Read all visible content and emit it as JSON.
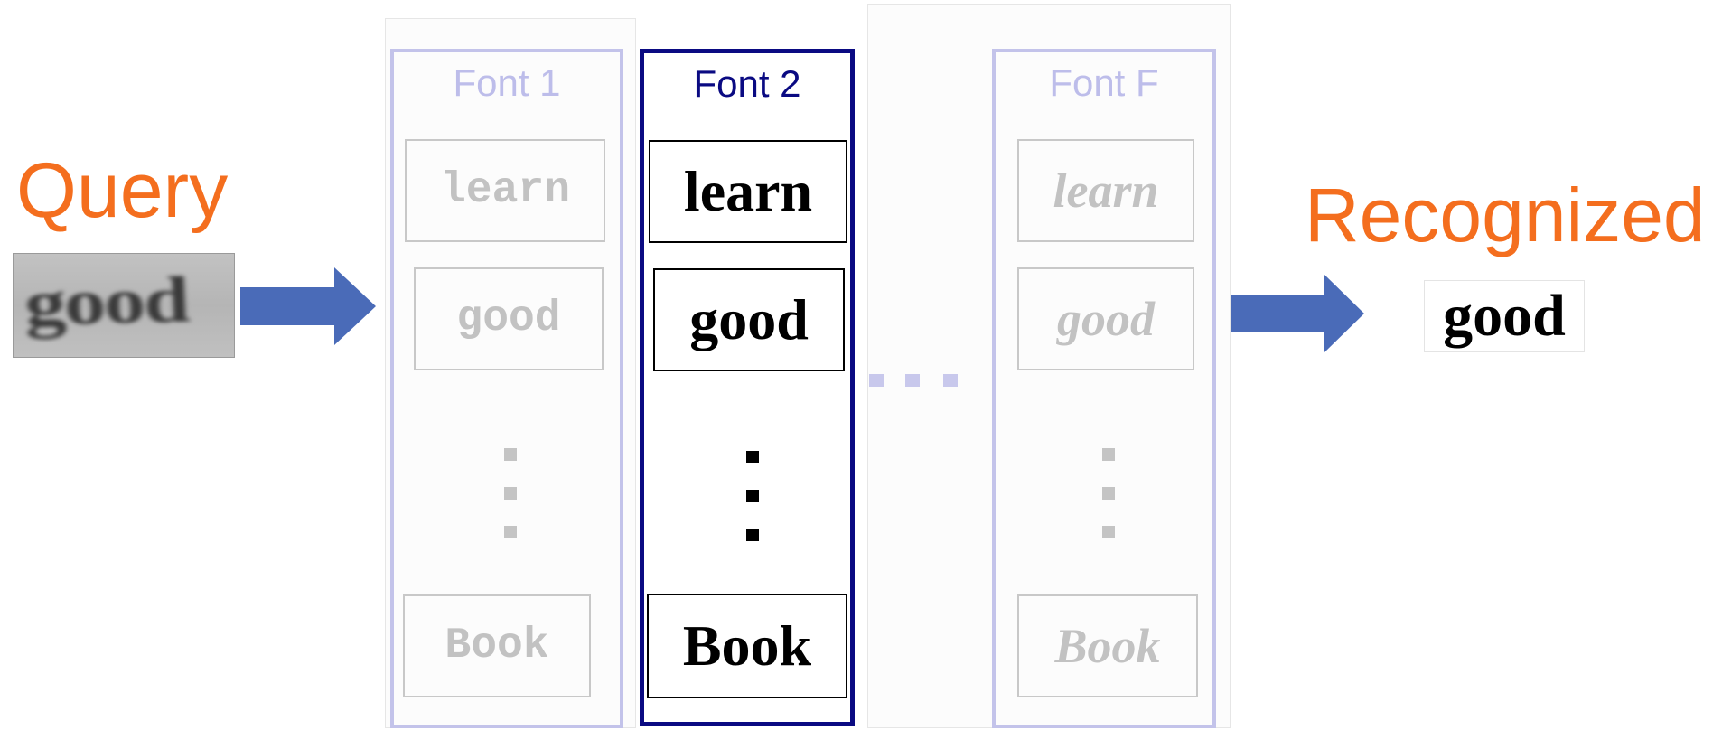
{
  "query": {
    "title": "Query",
    "image_word": "good"
  },
  "columns": [
    {
      "title": "Font 1",
      "state": "faded",
      "words": [
        "learn",
        "good",
        "Book"
      ]
    },
    {
      "title": "Font 2",
      "state": "active",
      "words": [
        "learn",
        "good",
        "Book"
      ]
    },
    {
      "title": "Font F",
      "state": "faded",
      "words": [
        "learn",
        "good",
        "Book"
      ]
    }
  ],
  "recognized": {
    "title": "Recognized",
    "word": "good"
  },
  "colors": {
    "heading": "#f46e1e",
    "arrow": "#4a6bb8",
    "active_column": "#0a0a82",
    "faded_column": "#c3c3ea",
    "faded_text": "#c2c2c2"
  },
  "icons": {
    "arrow": "right-arrow-icon",
    "vertical_ellipsis": "vertical-ellipsis-icon",
    "horizontal_ellipsis": "horizontal-ellipsis-icon"
  }
}
